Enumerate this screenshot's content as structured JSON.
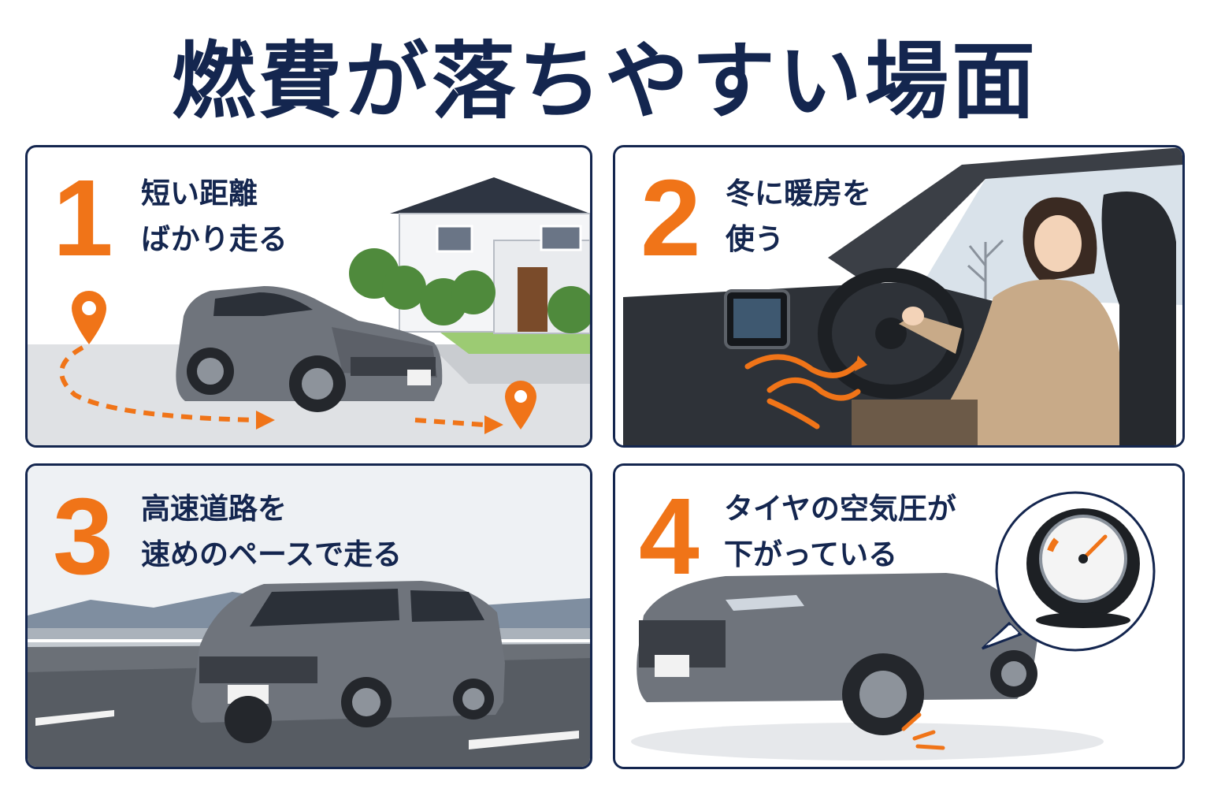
{
  "title": "燃費が落ちやすい場面",
  "accent_color": "#f07418",
  "frame_color": "#14264f",
  "panels": [
    {
      "number": "1",
      "line1": "短い距離",
      "line2": "ばかり走る",
      "icons": [
        "map-pin-icon",
        "dashed-route-arrow-icon"
      ]
    },
    {
      "number": "2",
      "line1": "冬に暖房を",
      "line2": "使う",
      "icons": [
        "warm-air-flow-icon"
      ]
    },
    {
      "number": "3",
      "line1": "高速道路を",
      "line2": "速めのペースで走る",
      "icons": []
    },
    {
      "number": "4",
      "line1": "タイヤの空気圧が",
      "line2": "下がっている",
      "icons": [
        "pressure-gauge-icon",
        "flat-tire-icon"
      ]
    }
  ]
}
